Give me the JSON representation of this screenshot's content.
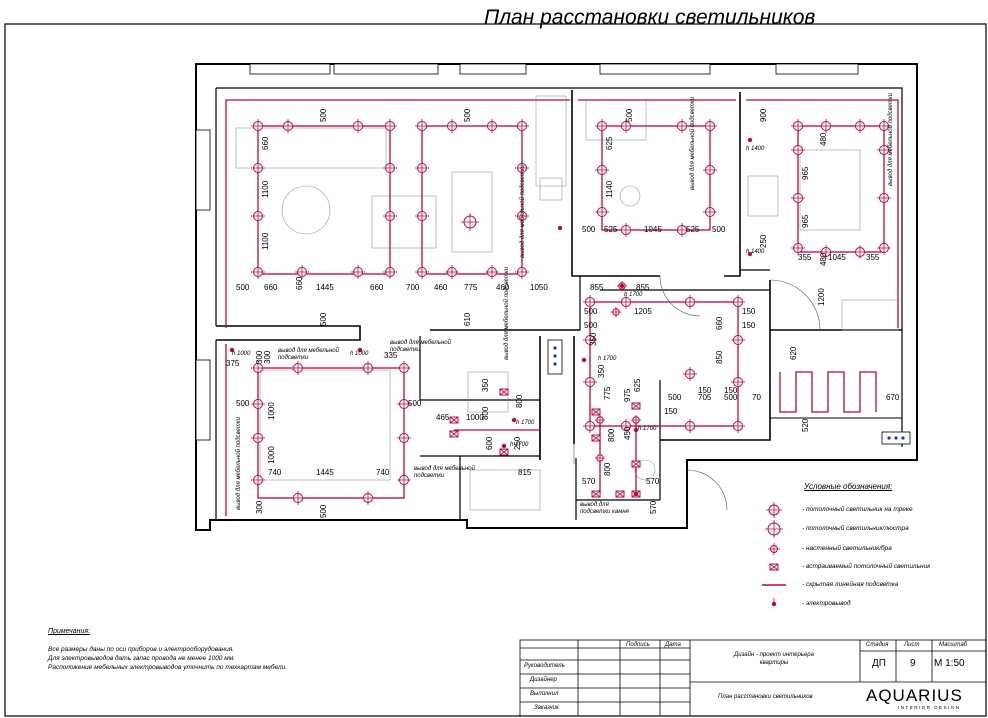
{
  "sheet_title": "План расстановки светильников",
  "legend": {
    "title": "Условные обозначения:",
    "items": [
      {
        "symbol": "track-light-icon",
        "label": "- потолочный светильник на треке"
      },
      {
        "symbol": "ceiling-chandelier-icon",
        "label": "- потолочный светильник/люстра"
      },
      {
        "symbol": "wall-sconce-icon",
        "label": "- настенный светильник/бра"
      },
      {
        "symbol": "recessed-light-icon",
        "label": "- встраиваемый потолочный светильник"
      },
      {
        "symbol": "led-strip-icon",
        "label": "- скрытая линейная подсветка"
      },
      {
        "symbol": "outlet-icon",
        "label": "- электровывод"
      }
    ]
  },
  "notes": {
    "title": "Примечания:",
    "lines": [
      "Все размеры даны по оси приборов и электрооборудования.",
      "Для электровыводов дать запас провода не менее 1000 мм.",
      "Расположение мебельных электровыводов уточнить по техкартам мебели."
    ]
  },
  "title_block": {
    "rows": [
      "Руководитель",
      "Дизайнер",
      "Выполнил",
      "Заказчик"
    ],
    "sign_col": "Подпись",
    "date_col": "Дата",
    "project": "Дизайн - проект интерьера квартиры",
    "project_line1": "Дизайн - проект интерьера",
    "project_line2": "квартиры",
    "stage_label": "Стадия",
    "stage_value": "ДП",
    "sheet_label": "Лист",
    "sheet_value": "9",
    "scale_label": "Масштаб",
    "scale_value": "М 1:50",
    "drawing_name": "План расстановки светильников",
    "logo": "AQUARIUS",
    "logo_sub": "INTERIOR DESIGN"
  },
  "plan": {
    "labels": {
      "furniture_outlet": "вывод для мебельной подсветки",
      "furniture_outlet_l1": "вывод для мебельной",
      "furniture_outlet_l2": "подсветки",
      "mirror_outlet_l1": "вывод для",
      "mirror_outlet_l2": "подсветки камня",
      "h1400": "h 1400",
      "h1700": "h 1700",
      "h1000": "h 1000"
    },
    "dimensions": {
      "d500": "500",
      "d660": "660",
      "d1100": "1100",
      "d1445": "1445",
      "d700": "700",
      "d460": "460",
      "d775": "775",
      "d1050": "1050",
      "d625": "625",
      "d1140": "1140",
      "d525": "525",
      "d1045": "1045",
      "d900": "900",
      "d480": "480",
      "d965": "965",
      "d250": "250",
      "d355": "355",
      "d1200": "1200",
      "d855": "855",
      "d1205": "1205",
      "d150": "150",
      "d850": "850",
      "d705": "705",
      "d70": "70",
      "d620": "620",
      "d670": "670",
      "d520": "520",
      "d610": "610",
      "d335": "335",
      "d375": "375",
      "d300": "300",
      "d1000": "1000",
      "d740": "740",
      "d465": "465",
      "d800": "800",
      "d350": "350",
      "d600": "600",
      "d815": "815",
      "d975": "975",
      "d450": "450",
      "d570": "570"
    }
  }
}
